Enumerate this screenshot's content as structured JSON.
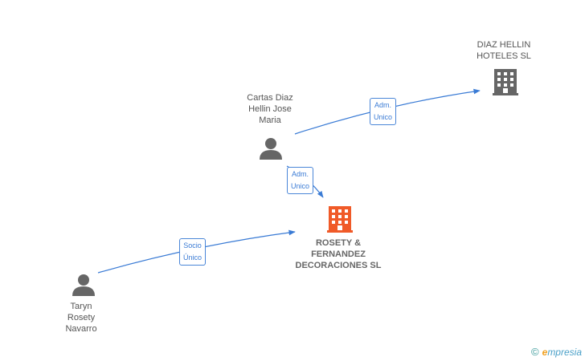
{
  "nodes": {
    "diaz_hellin": {
      "label": "DIAZ HELLIN\nHOTELES SL",
      "type": "company",
      "color": "#666666"
    },
    "cartas_diaz": {
      "label": "Cartas Diaz\nHellin Jose\nMaria",
      "type": "person",
      "color": "#666666"
    },
    "rosety": {
      "label": "ROSETY &\nFERNANDEZ\nDECORACIONES SL",
      "type": "company",
      "color": "#f05a28"
    },
    "taryn": {
      "label": "Taryn\nRosety\nNavarro",
      "type": "person",
      "color": "#666666"
    }
  },
  "edges": {
    "cartas_to_diaz": {
      "label": "Adm.\nUnico"
    },
    "cartas_to_rosety": {
      "label": "Adm.\nUnico"
    },
    "taryn_to_rosety": {
      "label": "Socio\nÚnico"
    }
  },
  "colors": {
    "edge": "#3a7bd5",
    "person": "#666666",
    "company_main": "#f05a28",
    "company": "#666666"
  },
  "watermark": {
    "copyright": "©",
    "brand_initial": "e",
    "brand_rest": "mpresia"
  }
}
